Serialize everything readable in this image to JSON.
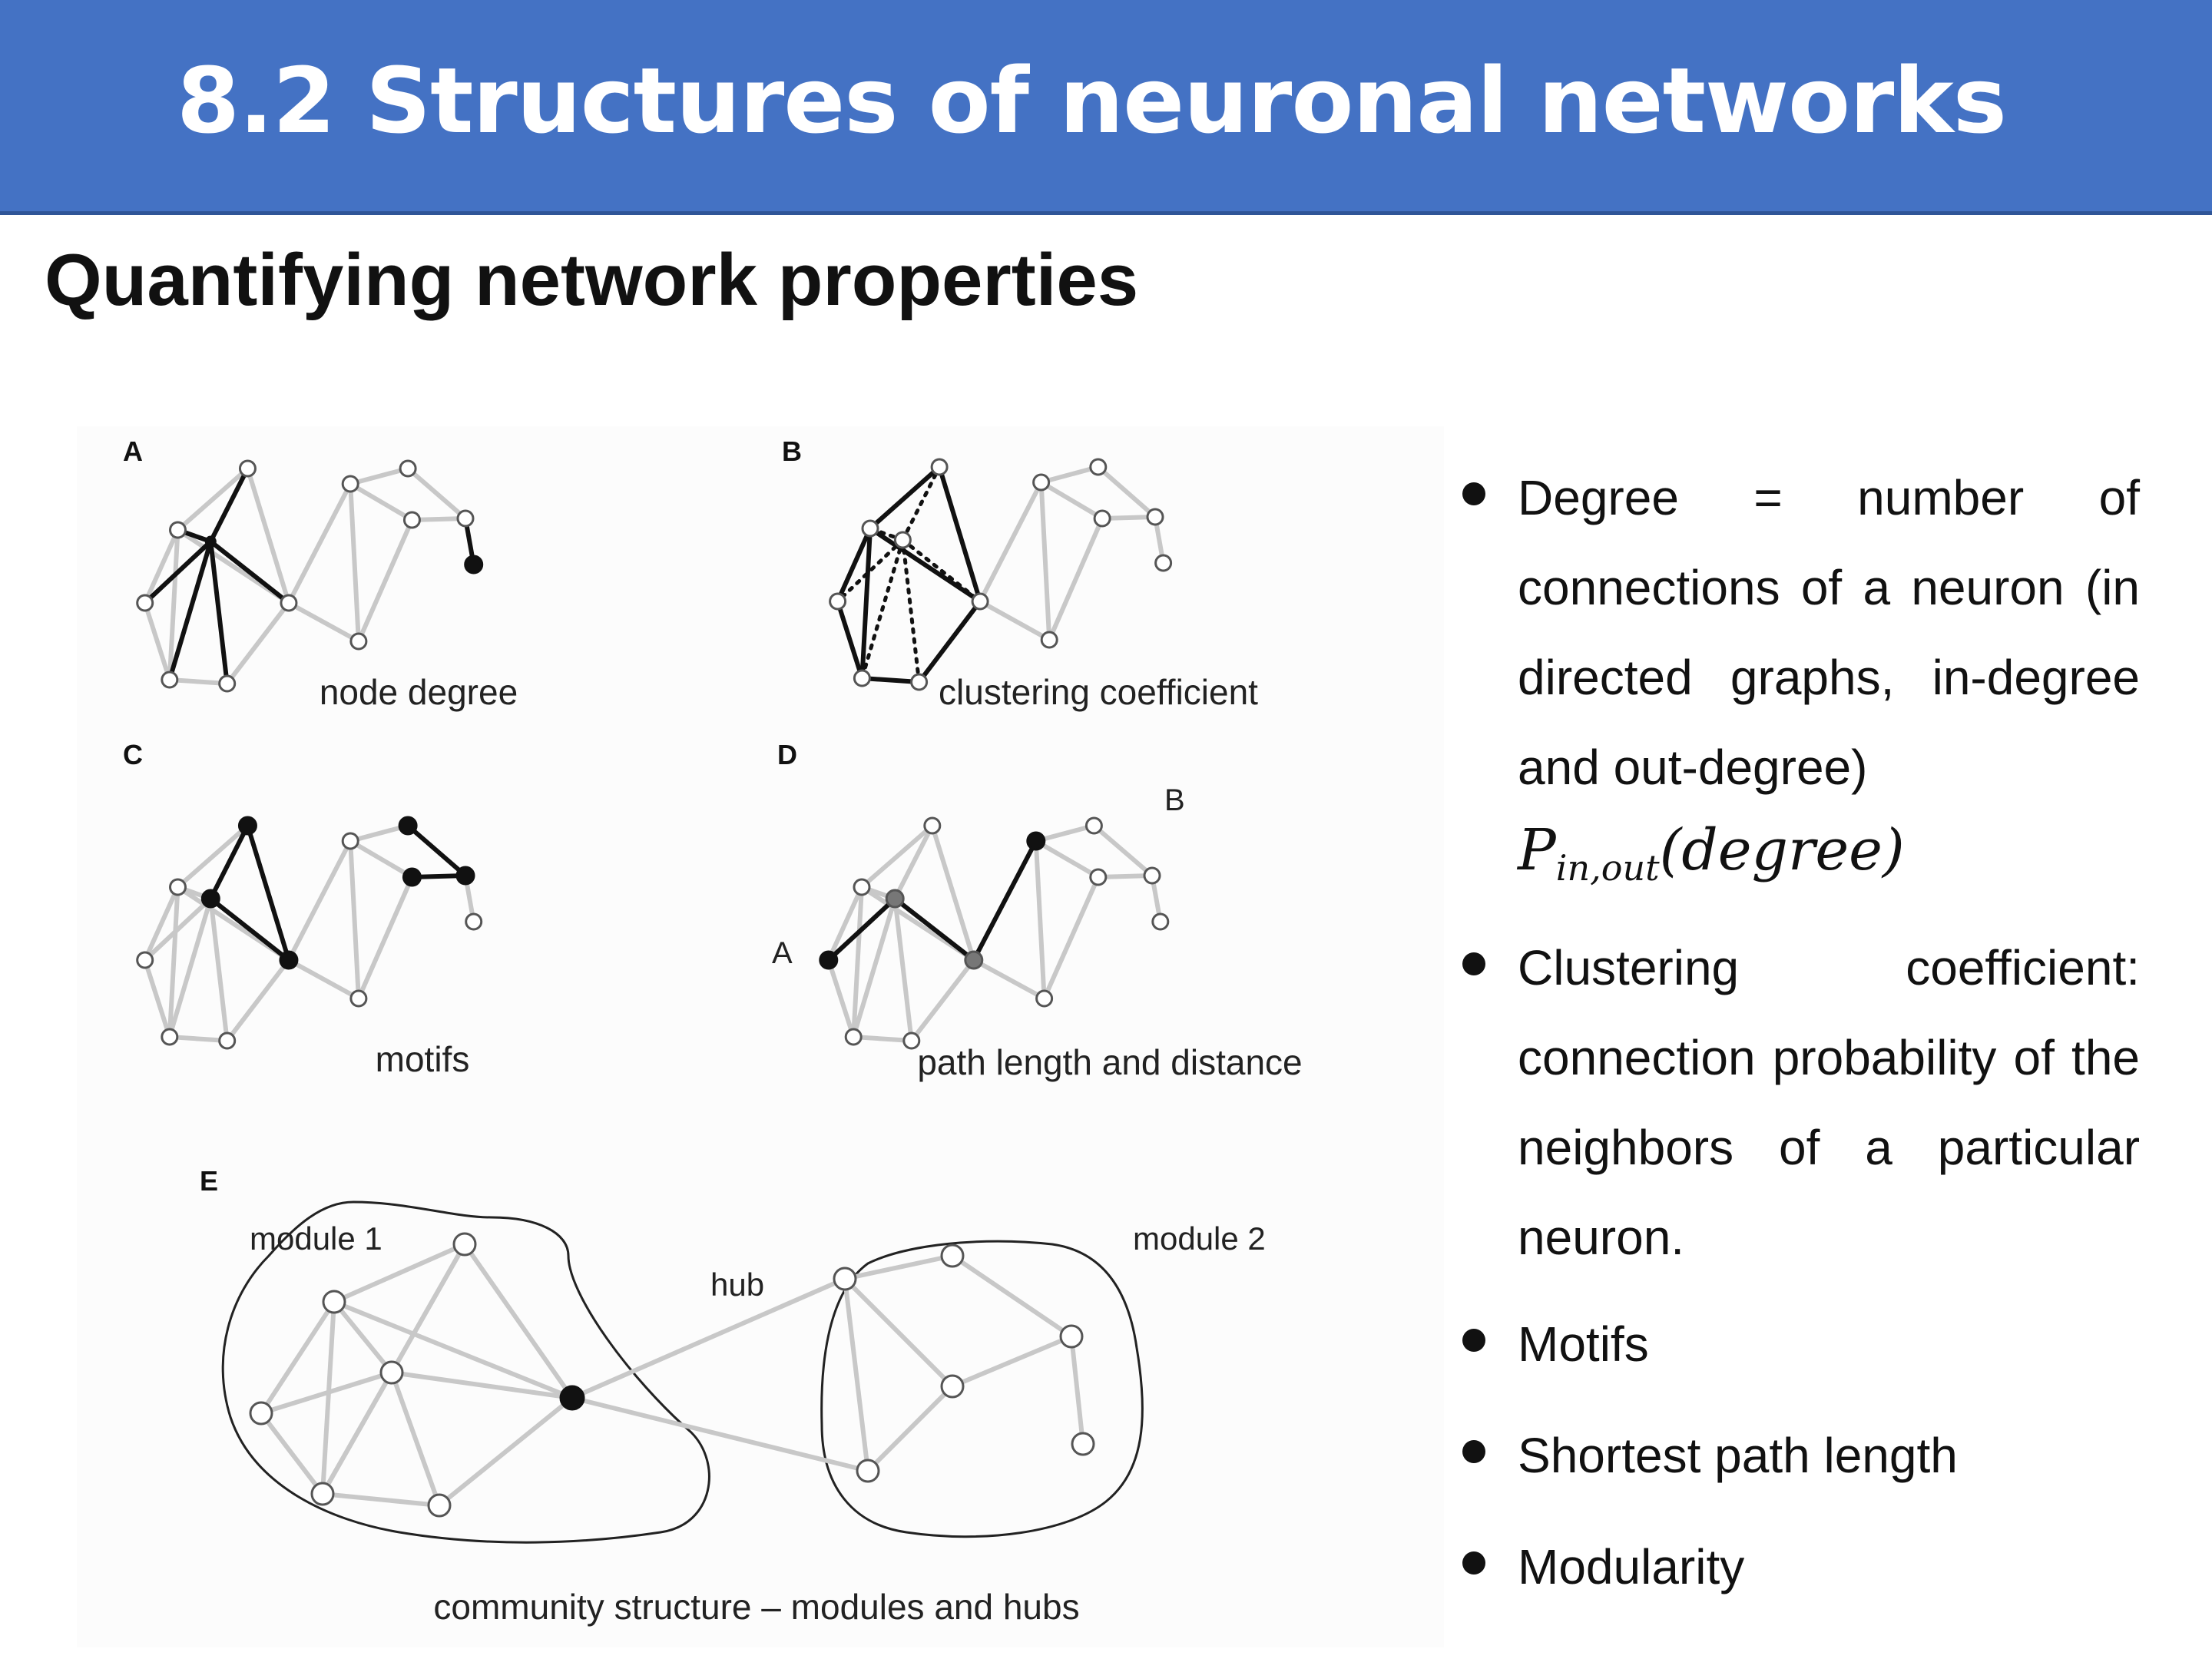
{
  "header": {
    "title": "8.2 Structures of neuronal networks"
  },
  "section": {
    "subtitle": "Quantifying network properties"
  },
  "figure": {
    "panels": [
      {
        "letter": "A",
        "caption": "node degree"
      },
      {
        "letter": "B",
        "caption": "clustering coefficient"
      },
      {
        "letter": "C",
        "caption": "motifs"
      },
      {
        "letter": "D",
        "caption": "path length and distance"
      },
      {
        "letter": "E",
        "caption": "community structure – modules and hubs"
      }
    ],
    "labels": {
      "node_a": "A",
      "node_b": "B",
      "module1": "module 1",
      "module2": "module 2",
      "hub": "hub"
    }
  },
  "bullets": [
    {
      "text": "Degree = number of connections of a neuron (in directed graphs, in-degree and out-degree)"
    },
    {
      "math_symbol": "P",
      "math_sub": "in,out",
      "math_arg": "(degree)"
    },
    {
      "text": "Clustering coefficient: connection probability of the neighbors of a particular neuron."
    },
    {
      "text": "Motifs"
    },
    {
      "text": "Shortest path length"
    },
    {
      "text": "Modularity"
    }
  ],
  "colors": {
    "banner": "#4472c4",
    "banner_text": "#ffffff",
    "edge_gray": "#c8c8c8",
    "edge_black": "#111111"
  }
}
